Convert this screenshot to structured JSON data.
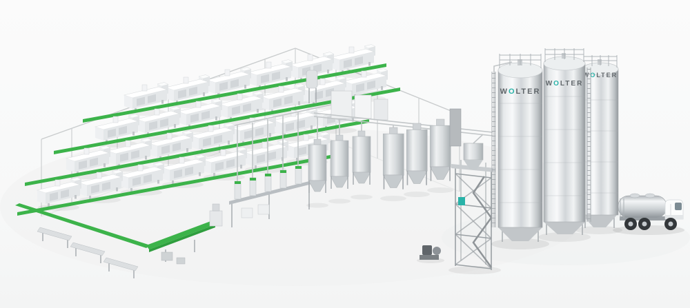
{
  "scene": {
    "objects": [
      "building-wireframe",
      "injection-molding-machine-grid",
      "green-conveyor-lines",
      "collector-conveyor",
      "incline-conveyor",
      "material-prep-station",
      "drying-hoppers",
      "overhead-piping",
      "support-tower",
      "storage-silos",
      "tanker-truck"
    ]
  },
  "silos": {
    "count": 3,
    "labels": [
      {
        "pre": "W",
        "accent": "O",
        "post": "LTER"
      },
      {
        "pre": "W",
        "accent": "O",
        "post": "LTER"
      },
      {
        "pre": "W",
        "accent": "O",
        "post": "LTER"
      }
    ]
  },
  "colors": {
    "background": "#fafafa",
    "conveyor_green": "#3cb34a",
    "conveyor_green_dark": "#2f9e3e",
    "brand_accent_teal": "#29b2a8",
    "brand_text": "#5f6569",
    "metal_light": "#f2f4f5",
    "metal_mid": "#c9ced1",
    "metal_dark": "#9aa0a4"
  }
}
